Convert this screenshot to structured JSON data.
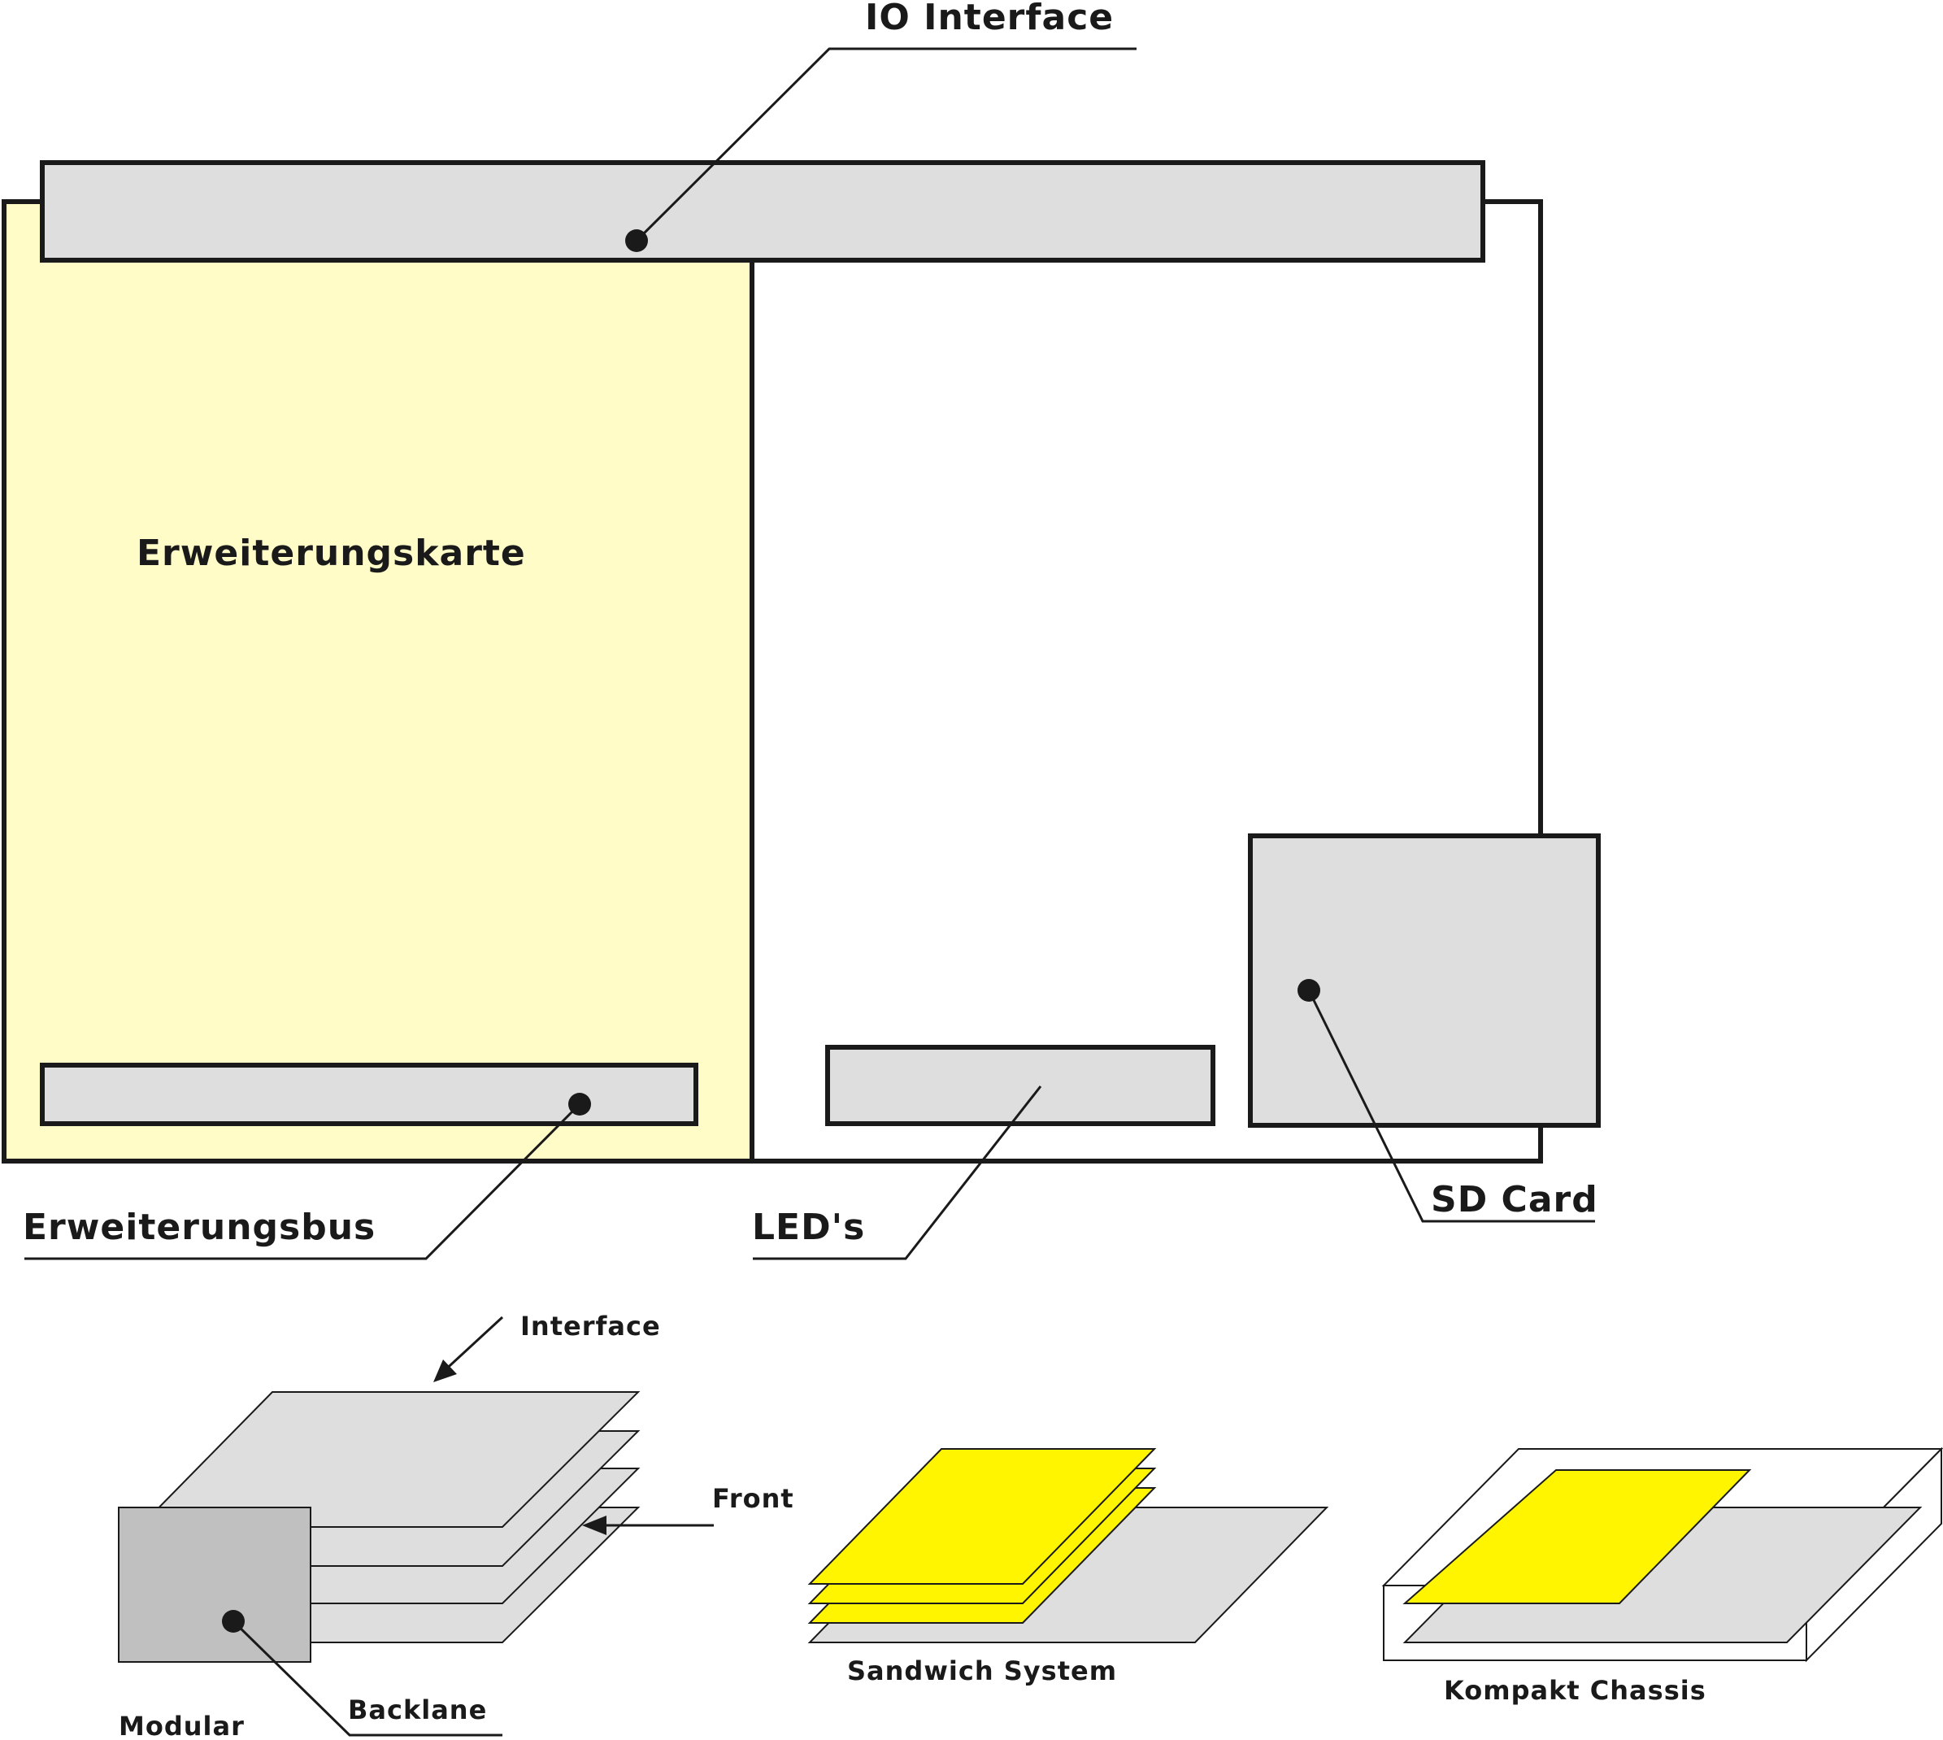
{
  "labels": {
    "io_interface": "IO Interface",
    "erweiterungskarte": "Erweiterungskarte",
    "erweiterungsbus": "Erweiterungsbus",
    "leds": "LED's",
    "sd_card": "SD Card",
    "interface": "Interface",
    "front": "Front",
    "backlane": "Backlane",
    "modular": "Modular",
    "sandwich_system": "Sandwich System",
    "kompakt_chassis": "Kompakt Chassis"
  },
  "colors": {
    "board_fill": "#ffffff",
    "card_fill": "#fffcc8",
    "component_fill": "#dedede",
    "module_fill": "#c0c0c0",
    "highlight_fill": "#fff500",
    "stroke": "#1a1a1a"
  }
}
